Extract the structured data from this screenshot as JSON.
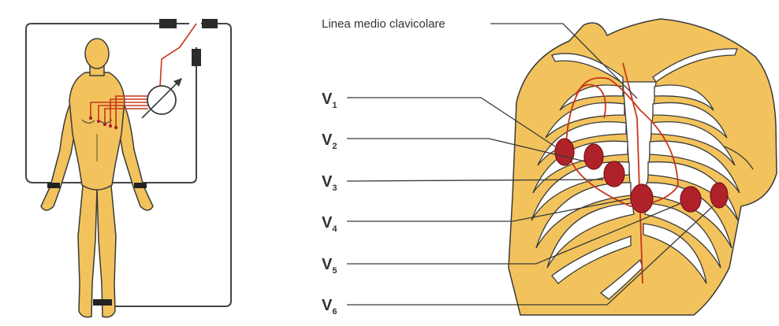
{
  "labels": {
    "clavicular_line": "Linea medio clavicolare",
    "leads": [
      {
        "main": "V",
        "sub": "1"
      },
      {
        "main": "V",
        "sub": "2"
      },
      {
        "main": "V",
        "sub": "3"
      },
      {
        "main": "V",
        "sub": "4"
      },
      {
        "main": "V",
        "sub": "5"
      },
      {
        "main": "V",
        "sub": "6"
      }
    ]
  },
  "colors": {
    "skin": "#F2C35C",
    "bone": "#FFFFFF",
    "outline": "#3A3A3A",
    "wire": "#C8361B",
    "electrode": "#B0222A",
    "cable": "#444444"
  }
}
